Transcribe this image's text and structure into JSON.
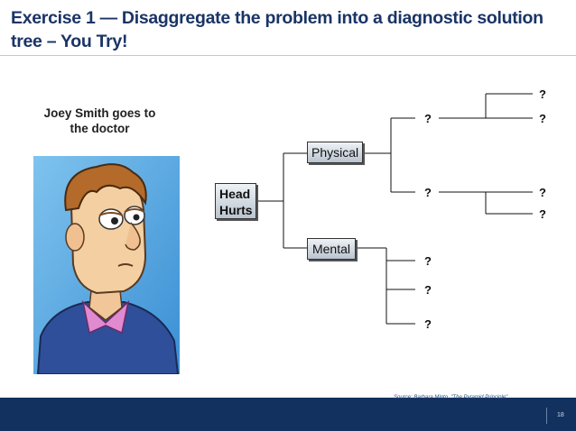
{
  "slide": {
    "title": "Exercise 1 — Disaggregate the problem into a diagnostic solution tree – You Try!",
    "caption": "Joey Smith goes to the doctor",
    "source": "Source: Barbara Minto, \"The Pyramid Principle\"",
    "page_number": "18"
  },
  "tree": {
    "root": "Head Hurts",
    "branches": [
      "Physical",
      "Mental"
    ],
    "question_mark": "?"
  },
  "colors": {
    "title": "#1a3466",
    "footer": "#12315f"
  }
}
